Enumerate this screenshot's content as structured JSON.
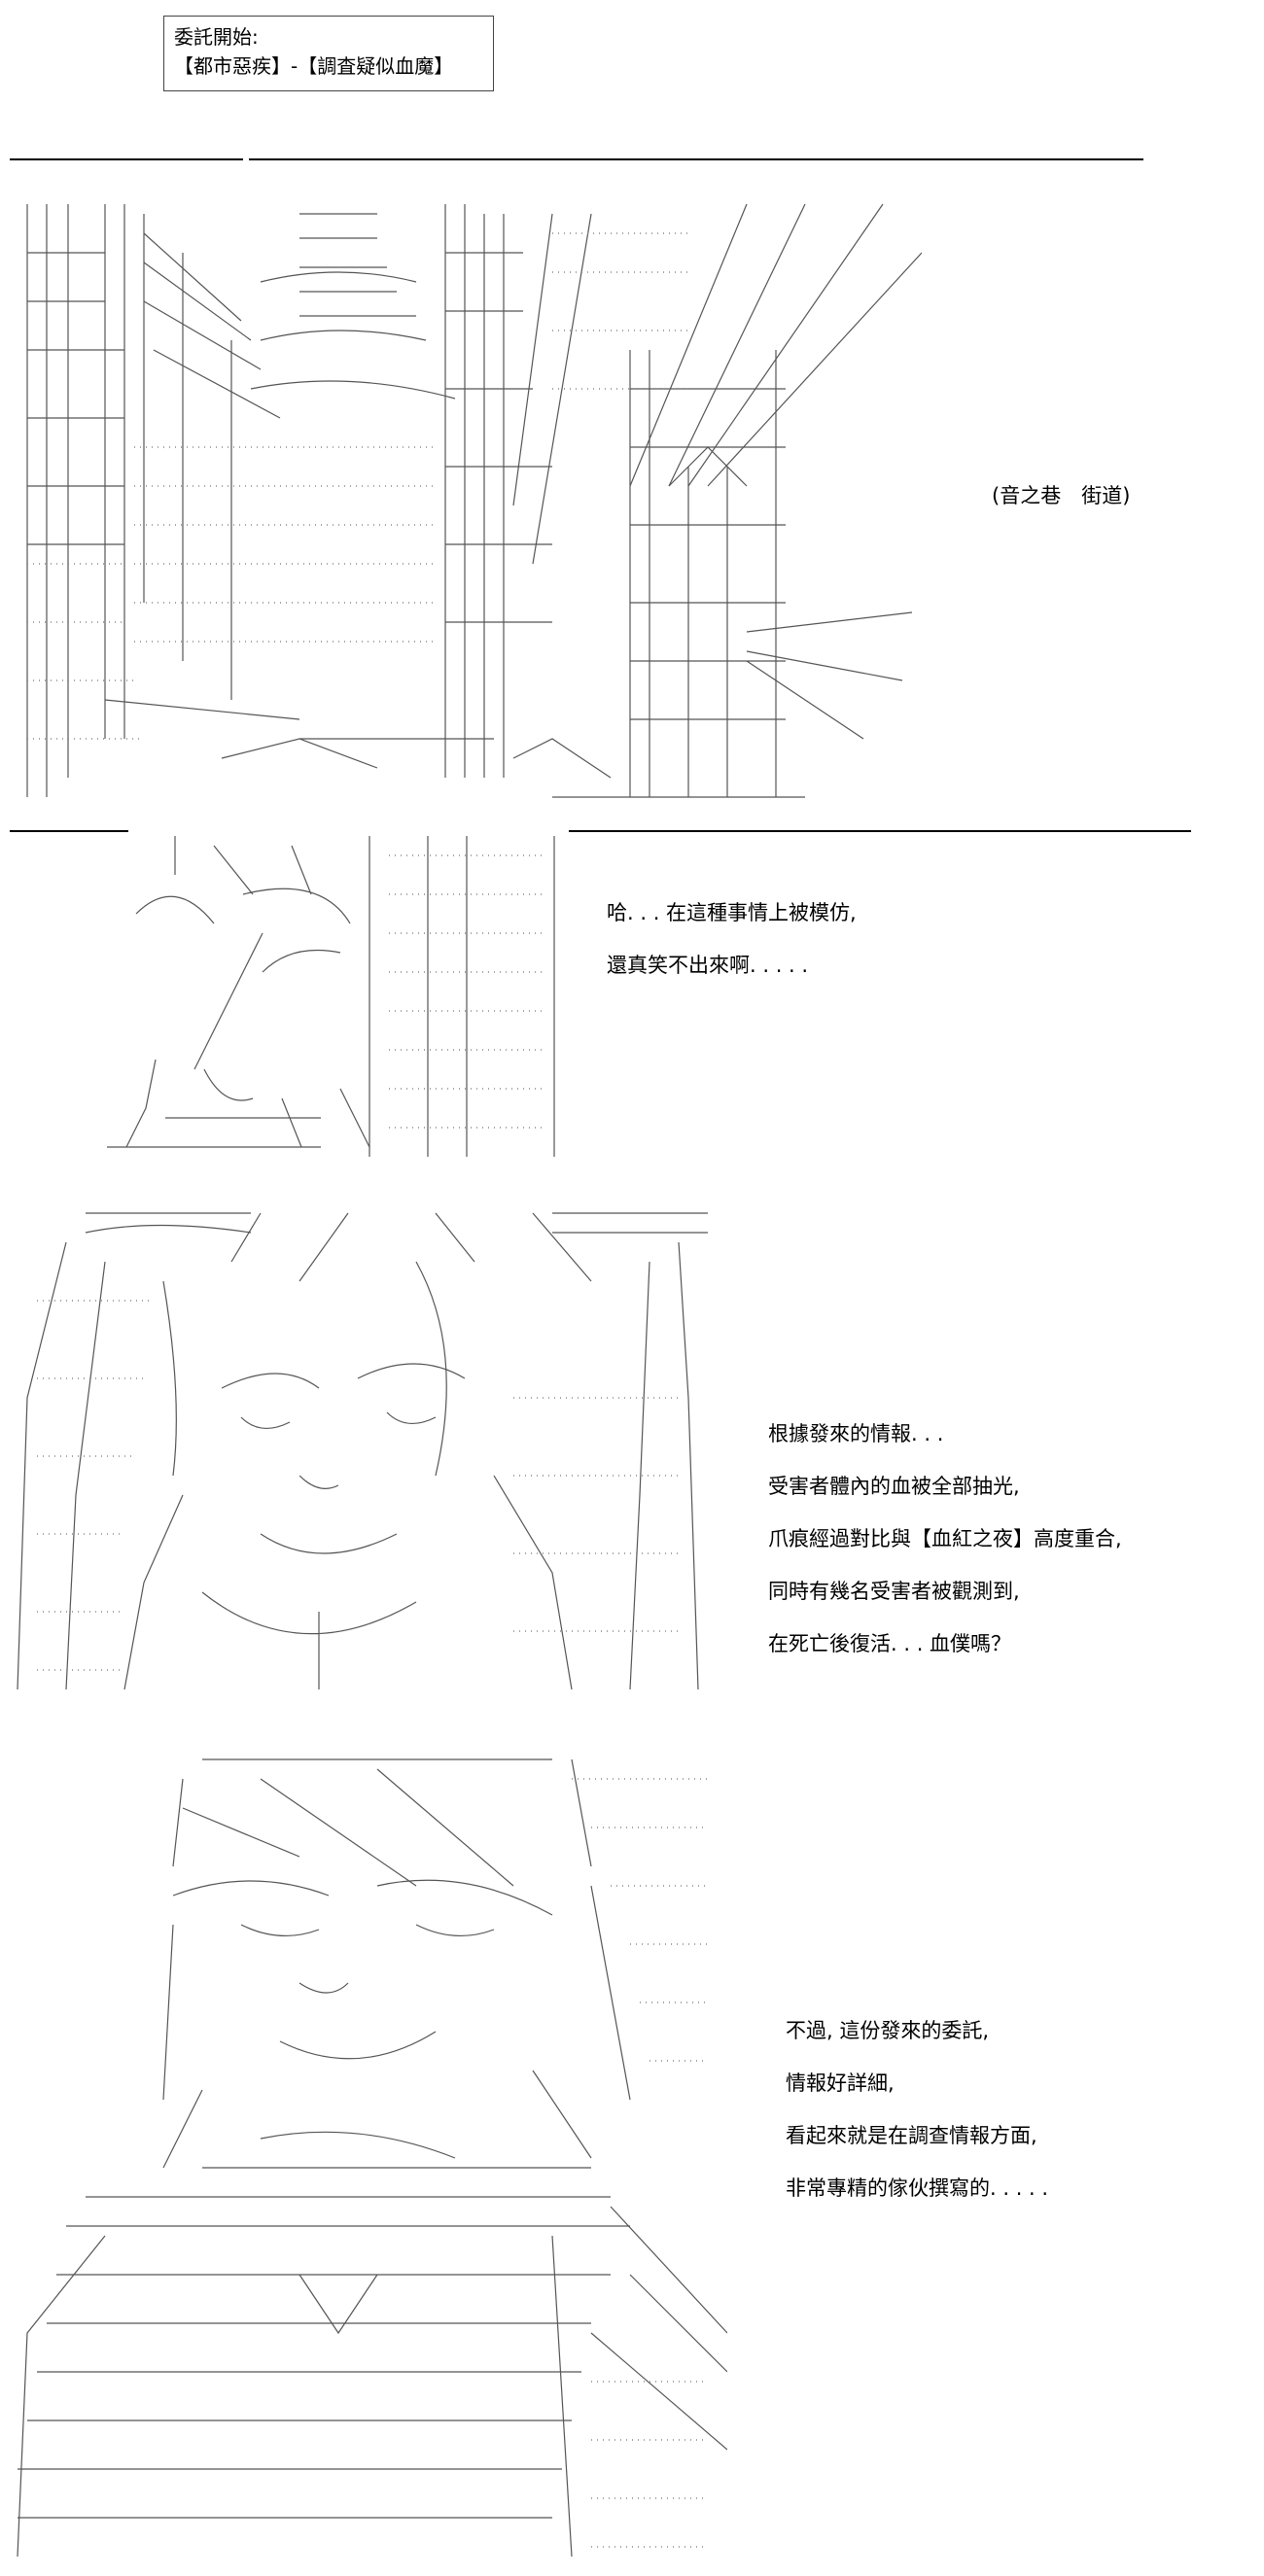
{
  "header": {
    "line1": "委託開始:",
    "line2": "【都市惡疾】-【調査疑似血魔】"
  },
  "scene1": {
    "location": "(音之巷　街道)"
  },
  "scene2": {
    "lines": [
      "哈. . . 在這種事情上被模仿,",
      "還真笑不出來啊. . . . ."
    ]
  },
  "scene3": {
    "lines": [
      "根據發來的情報. . .",
      "受害者體內的血被全部抽光,",
      "爪痕經過對比與【血紅之夜】高度重合,",
      "同時有幾名受害者被觀測到,",
      "在死亡後復活. . . 血僕嗎？"
    ]
  },
  "scene4": {
    "lines": [
      "不過, 這份發來的委託,",
      "情報好詳細,",
      "看起來就是在調查情報方面,",
      "非常專精的傢伙撰寫的. . . . ."
    ]
  }
}
